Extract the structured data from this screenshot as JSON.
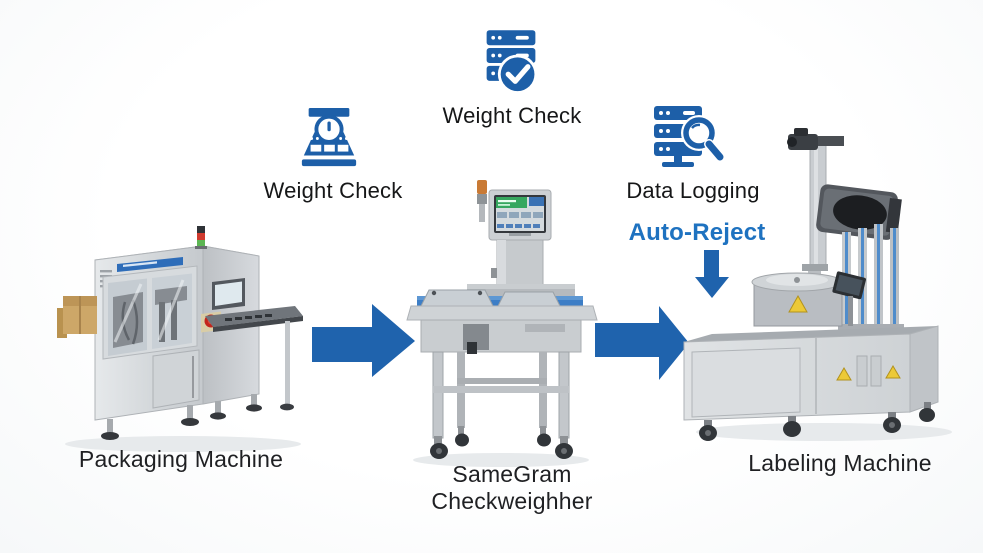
{
  "diagram": {
    "title": "packaging-line-process-flow",
    "background": "#ffffff"
  },
  "colors": {
    "icon_blue": "#1d5fa8",
    "arrow_blue": "#1f63ad",
    "auto_reject_blue": "#1e72c0",
    "text_dark": "#1f2023",
    "conveyor_blue": "#3d7ec6",
    "screen_green": "#36a75f",
    "estop_red": "#c3251c"
  },
  "annotations": {
    "weight_check_scale": {
      "icon": "scale-icon",
      "label": "Weight Check"
    },
    "weight_check_server": {
      "icon": "server-check-icon",
      "label": "Weight Check"
    },
    "data_logging": {
      "icon": "server-search-icon",
      "label": "Data Logging"
    },
    "auto_reject": {
      "icon": "down-arrow-icon",
      "label": "Auto-Reject"
    }
  },
  "machines": {
    "packaging": {
      "label": "Packaging Machine"
    },
    "checkweigher": {
      "label_line1": "SameGram",
      "label_line2": "Checkweighher"
    },
    "labeling": {
      "label": "Labeling Machine"
    }
  },
  "flow": {
    "arrow1": "right-arrow",
    "arrow2": "right-arrow",
    "reject_arrow": "down-arrow"
  }
}
